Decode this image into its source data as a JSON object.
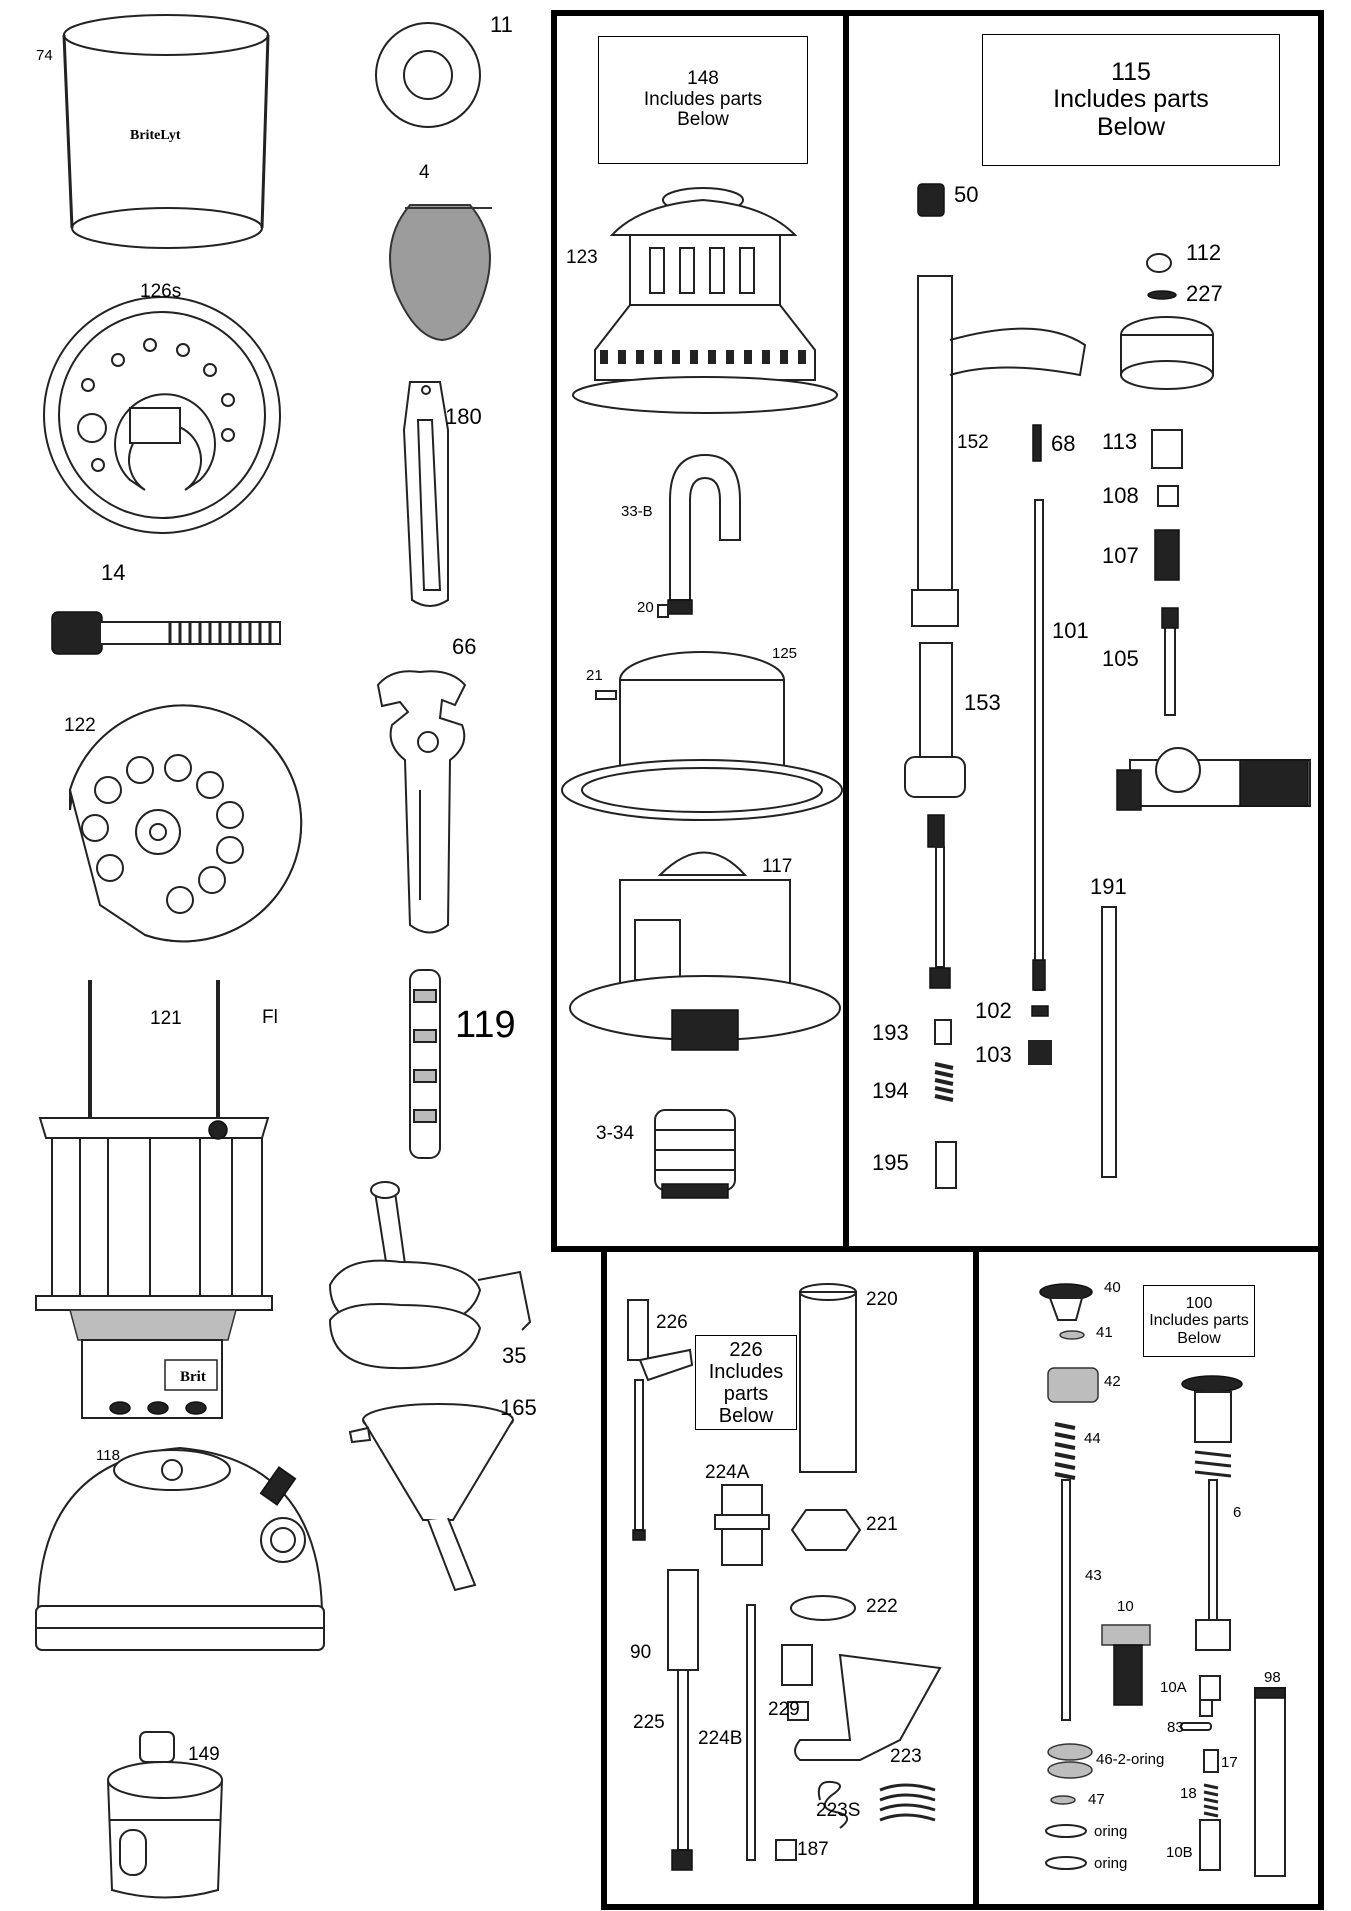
{
  "column_left": {
    "globe_label": "74",
    "globe_brand": "BriteLyt",
    "plate_label": "126s",
    "screw_label": "14",
    "plate2_label": "122",
    "frame_label": "121",
    "frame_cut_text": "Fl",
    "burner_brand": "Brit",
    "tank_label": "118",
    "pump_label": "149"
  },
  "column_mid": {
    "washer_label": "11",
    "mantle_label": "4",
    "clip_label": "180",
    "wrench_label": "66",
    "needle_label": "119",
    "holder_label": "35",
    "funnel_label": "165"
  },
  "panel_148": {
    "note": [
      "148",
      "Includes parts",
      "Below"
    ],
    "parts": {
      "p123": "123",
      "p33b": "33-B",
      "p20": "20",
      "p21": "21",
      "p125": "125",
      "p117": "117",
      "p334": "3-34"
    }
  },
  "panel_115": {
    "note": [
      "115",
      "Includes parts",
      "Below"
    ],
    "parts": {
      "p50": "50",
      "p112": "112",
      "p227": "227",
      "p152": "152",
      "p68": "68",
      "p113": "113",
      "p108": "108",
      "p107": "107",
      "p101": "101",
      "p105": "105",
      "p153": "153",
      "p191": "191",
      "p102": "102",
      "p193": "193",
      "p103": "103",
      "p194": "194",
      "p195": "195"
    }
  },
  "panel_226": {
    "note": [
      "226",
      "Includes",
      "parts",
      "Below"
    ],
    "parts": {
      "p226": "226",
      "p220": "220",
      "p224a": "224A",
      "p221": "221",
      "p222": "222",
      "p90": "90",
      "p229": "229",
      "p225": "225",
      "p224b": "224B",
      "p223": "223",
      "p223s": "223S",
      "p187": "187"
    }
  },
  "panel_100": {
    "note": [
      "100",
      "Includes parts",
      "Below"
    ],
    "parts": {
      "p40": "40",
      "p41": "41",
      "p42": "42",
      "p44": "44",
      "p6": "6",
      "p43": "43",
      "p10": "10",
      "p10a": "10A",
      "p98": "98",
      "p83": "83",
      "p462": "46-2-oring",
      "p17": "17",
      "p47": "47",
      "p18": "18",
      "oring1": "oring",
      "oring2": "oring",
      "p10b": "10B"
    }
  },
  "colors": {
    "ink": "#000000",
    "paper": "#ffffff",
    "shade": "#bdbdbd"
  }
}
